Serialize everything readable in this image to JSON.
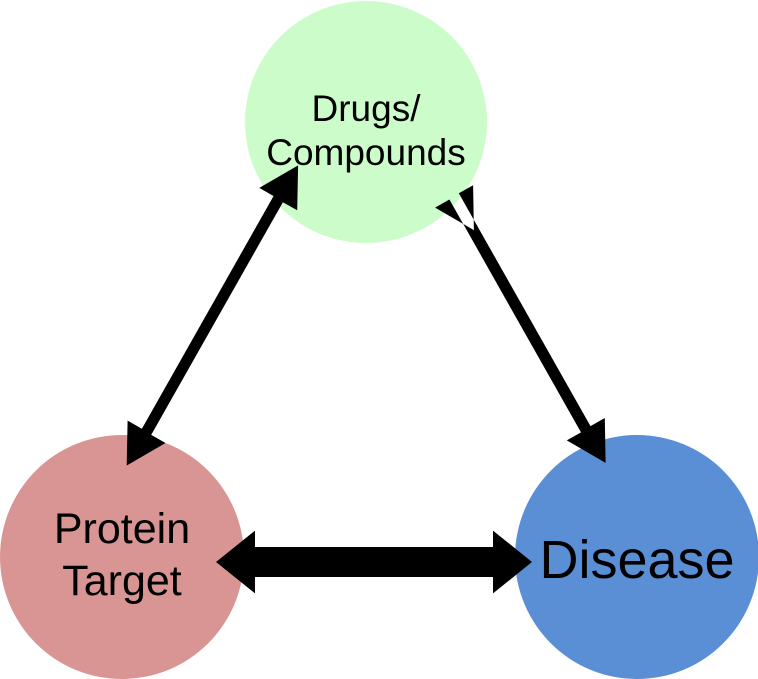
{
  "nodes": {
    "drugs": {
      "line1": "Drugs/",
      "line2": "Compounds",
      "color": "#ccfcca"
    },
    "protein": {
      "line1": "Protein",
      "line2": "Target",
      "color": "#d99594"
    },
    "disease": {
      "line1": "Disease",
      "color": "#5a8fd6"
    }
  },
  "edges": [
    {
      "from": "drugs",
      "to": "protein",
      "direction": "bidirectional"
    },
    {
      "from": "drugs",
      "to": "disease",
      "direction": "bidirectional"
    },
    {
      "from": "protein",
      "to": "disease",
      "direction": "bidirectional"
    }
  ],
  "arrow_color": "#000000"
}
